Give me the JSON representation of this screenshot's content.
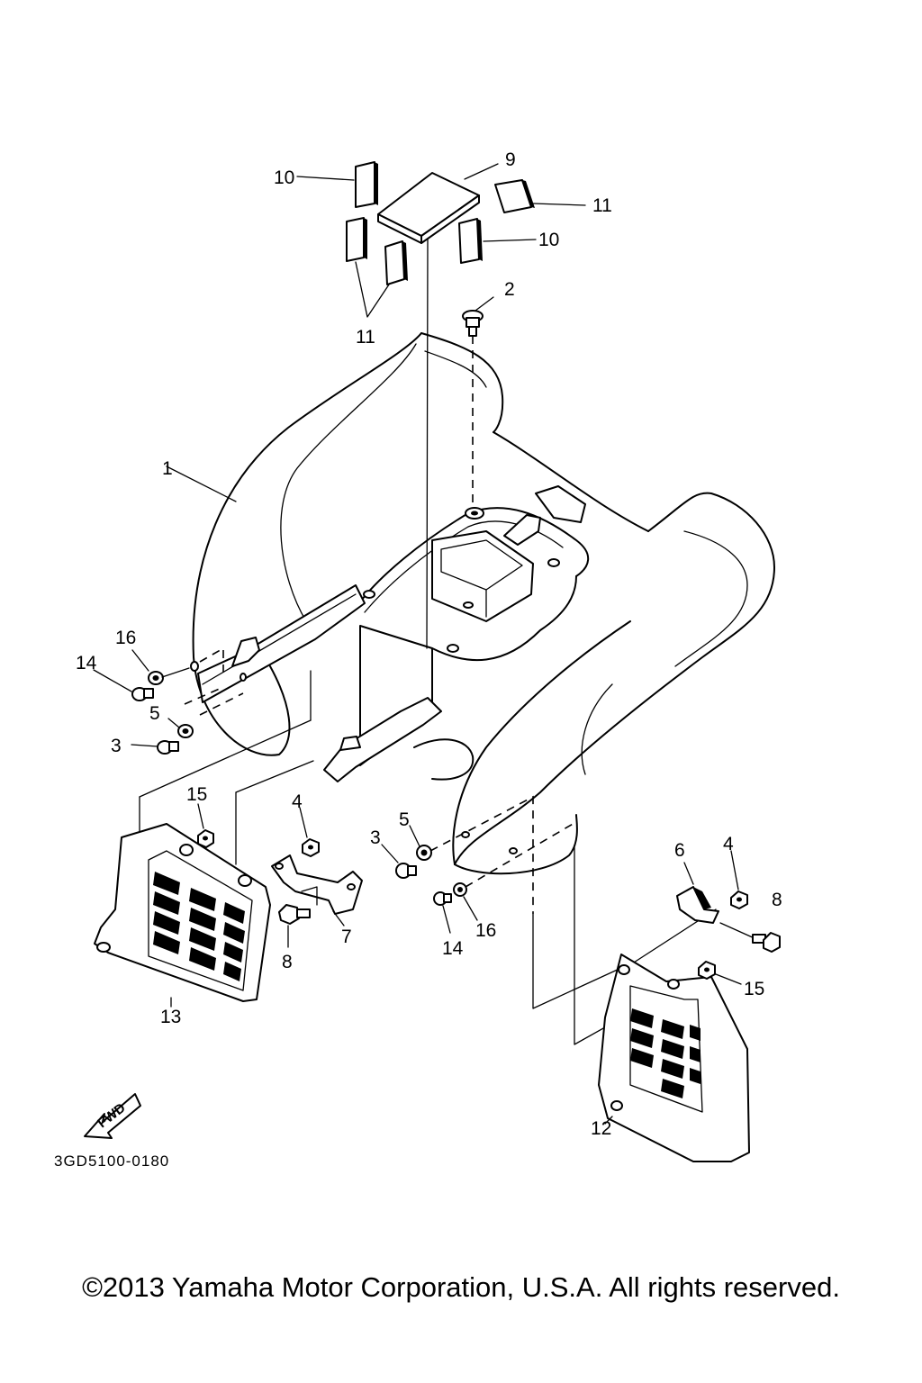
{
  "callouts": {
    "c1": "1",
    "c2": "2",
    "c3a": "3",
    "c3b": "3",
    "c4a": "4",
    "c4b": "4",
    "c5a": "5",
    "c5b": "5",
    "c6": "6",
    "c7": "7",
    "c8a": "8",
    "c8b": "8",
    "c9": "9",
    "c10a": "10",
    "c10b": "10",
    "c11a": "11",
    "c11b": "11",
    "c12": "12",
    "c13": "13",
    "c14a": "14",
    "c14b": "14",
    "c15a": "15",
    "c15b": "15",
    "c16a": "16",
    "c16b": "16"
  },
  "fwd_label": "FWD",
  "diagram_code": "3GD5100-0180",
  "copyright": "©2013 Yamaha Motor Corporation, U.S.A. All rights reserved."
}
